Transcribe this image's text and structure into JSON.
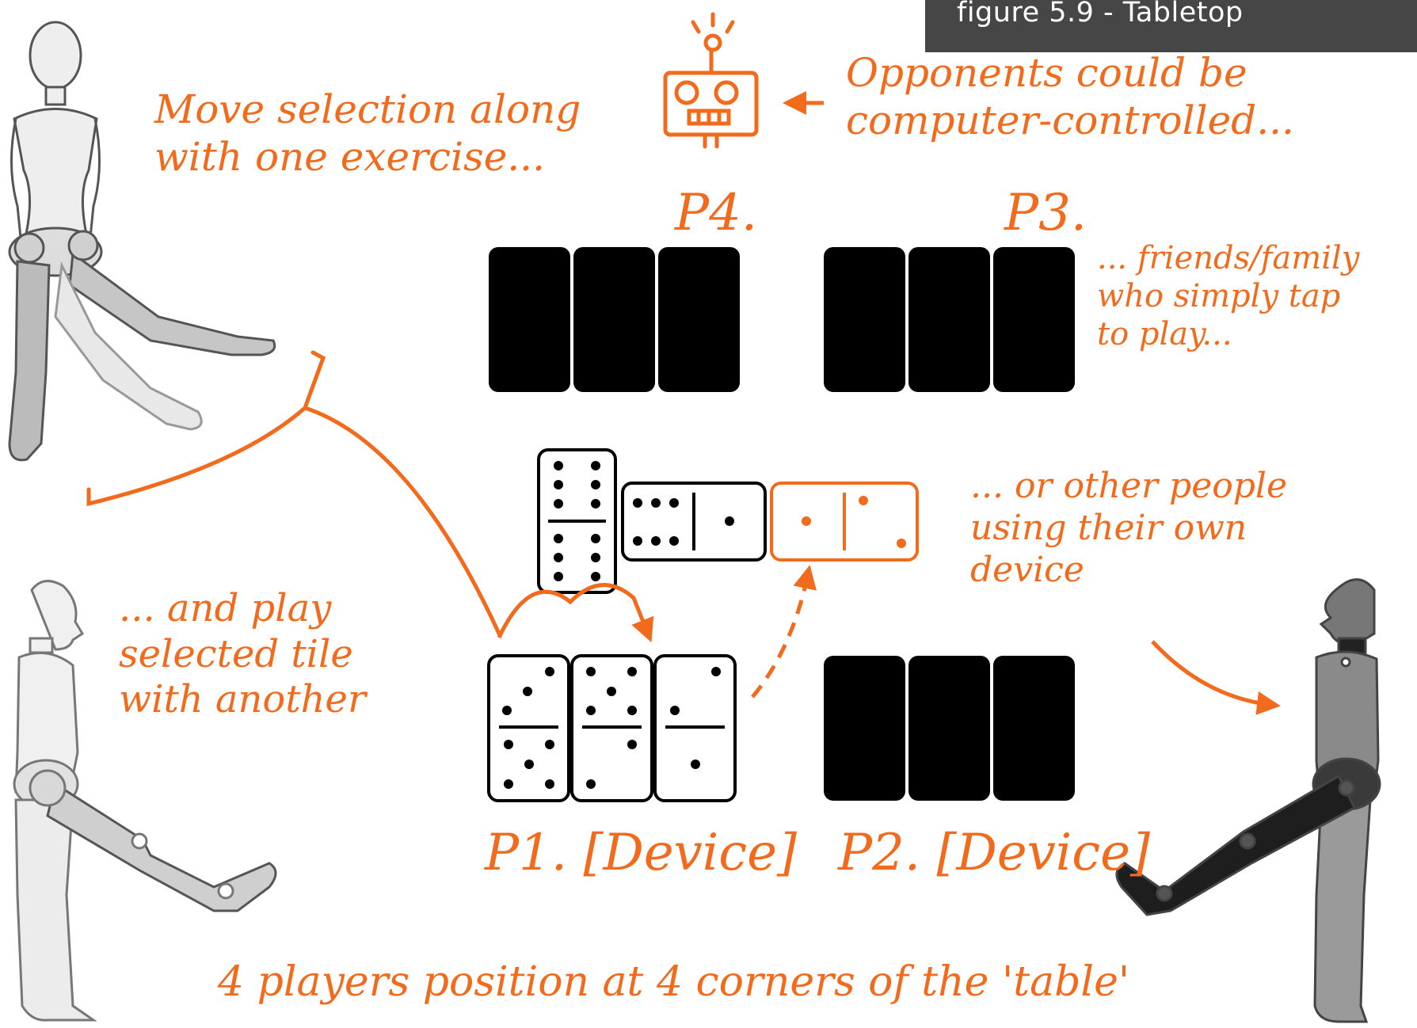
{
  "caption": "figure 5.9 - Tabletop",
  "notes": {
    "move_selection": [
      "Move selection along",
      "with one exercise..."
    ],
    "play_tile": [
      "... and play",
      "selected tile",
      "with another"
    ],
    "opponents": [
      "Opponents could be",
      "computer-controlled..."
    ],
    "friends": [
      "... friends/family",
      "who simply tap",
      "to play..."
    ],
    "other_people": [
      "... or other people",
      "using their own",
      "device"
    ],
    "bottom": "4 players position at 4 corners of the 'table'"
  },
  "players": {
    "p4": "P4.",
    "p3": "P3.",
    "p1": "P1. [Device]",
    "p2": "P2. [Device]"
  },
  "colors": {
    "accent": "#f26b1d",
    "ink": "#000000",
    "caption_bg": "#464646"
  },
  "icons": [
    "robot-icon",
    "figure-left-kick",
    "figure-left-leg-raise",
    "figure-right-leg-raise"
  ]
}
